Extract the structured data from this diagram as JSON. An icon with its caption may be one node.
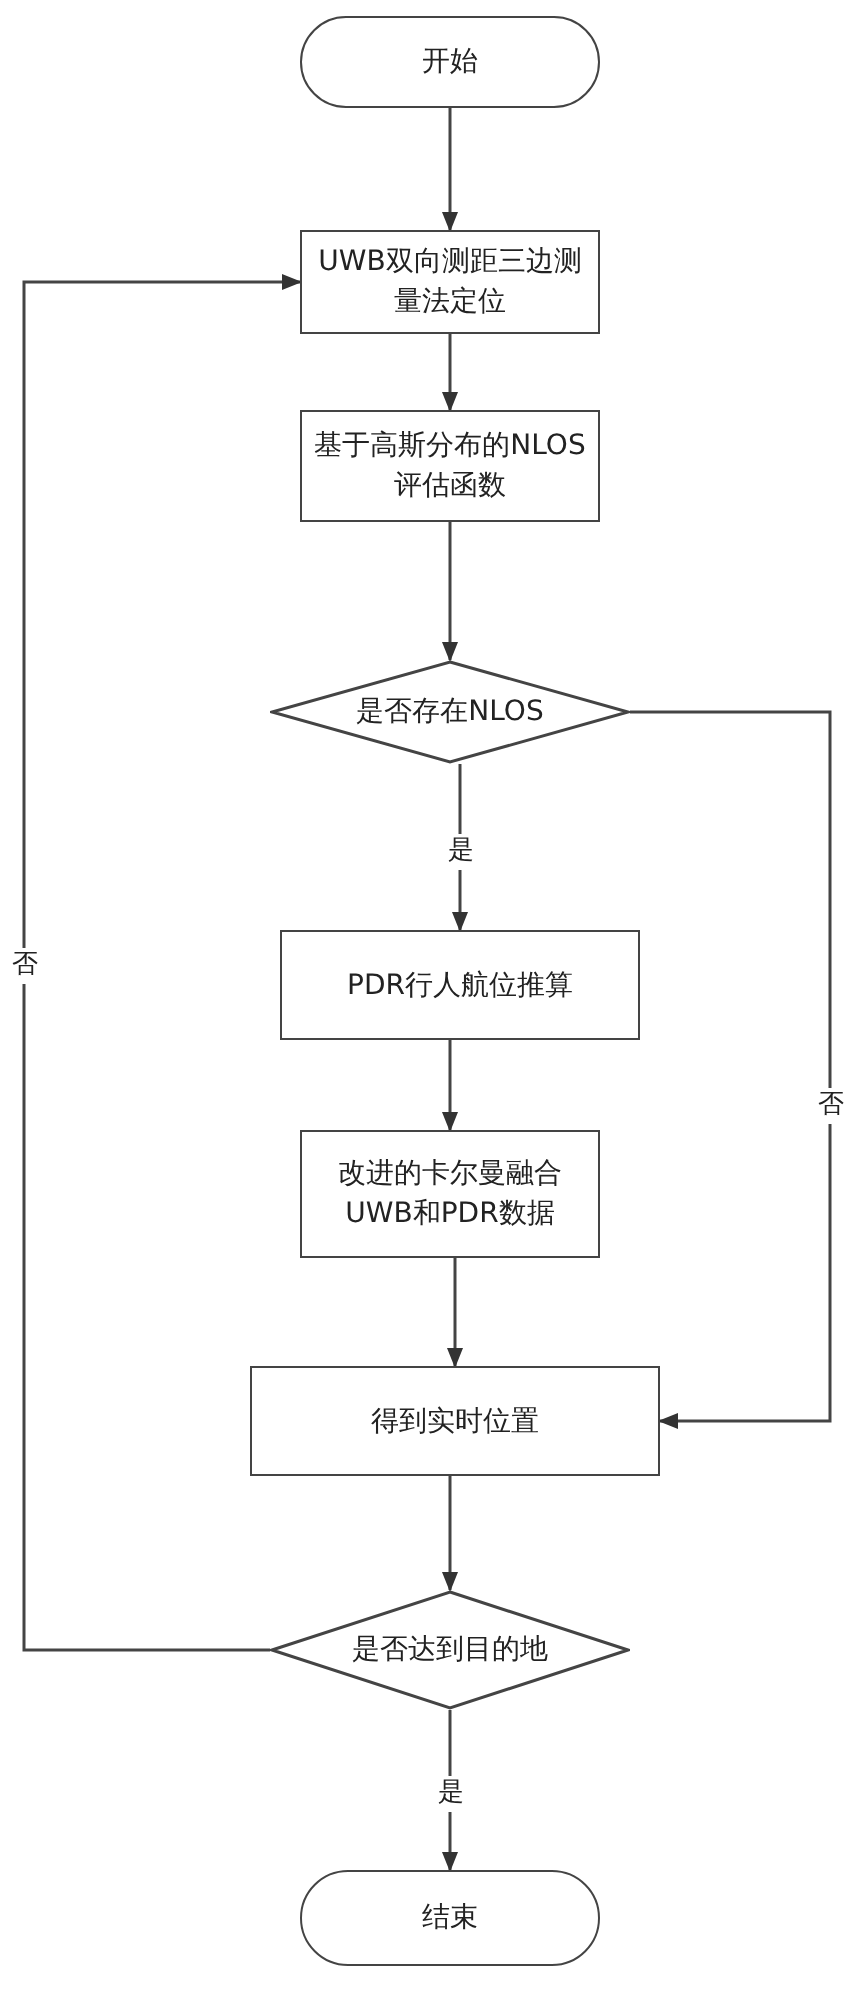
{
  "diagram": {
    "nodes": [
      {
        "text": [
          "开始"
        ]
      },
      {
        "text": [
          "UWB双向测距三边测量法定位"
        ]
      },
      {
        "text": [
          "基于高斯分布的NLOS评估函数"
        ]
      },
      {
        "text": [
          "是否存在NLOS"
        ]
      },
      {
        "text": [
          "PDR行人航位推算"
        ]
      },
      {
        "text": [
          "改进的卡尔曼融合UWB和PDR数据"
        ]
      },
      {
        "text": [
          "得到实时位置"
        ]
      },
      {
        "text": [
          "是否达到目的地"
        ]
      },
      {
        "text": [
          "结束"
        ]
      }
    ],
    "edges": [
      {
        "from": 0,
        "to": 1,
        "arrow": "to"
      },
      {
        "from": 1,
        "to": 2,
        "arrow": "to"
      },
      {
        "from": 2,
        "to": 3,
        "arrow": "to"
      },
      {
        "from": 3,
        "to": 4,
        "arrow": "to",
        "label": "是"
      },
      {
        "from": 4,
        "to": 5,
        "arrow": "to"
      },
      {
        "from": 5,
        "to": 6,
        "arrow": "to"
      },
      {
        "from": 3,
        "to": 6,
        "arrow": "to",
        "label": "否"
      },
      {
        "from": 6,
        "to": 7,
        "arrow": "to"
      },
      {
        "from": 7,
        "to": 1,
        "arrow": "to",
        "label": "否"
      },
      {
        "from": 7,
        "to": 8,
        "arrow": "to",
        "label": "是"
      }
    ]
  }
}
